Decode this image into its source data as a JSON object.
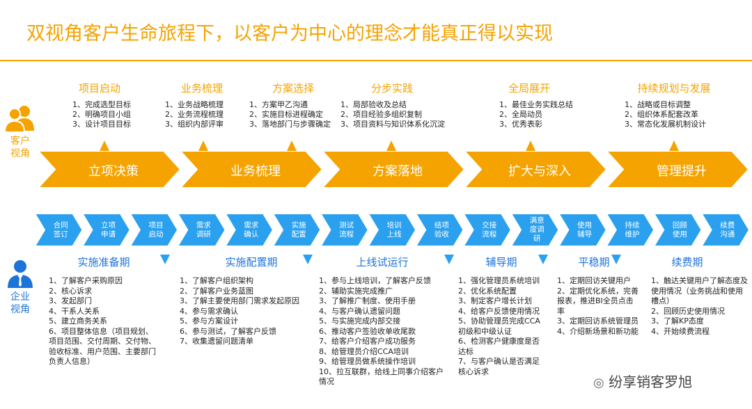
{
  "title": "双视角客户生命旅程下，以客户为中心的理念才能真正得以实现",
  "customer_view_label": [
    "客户",
    "视角"
  ],
  "enterprise_view_label": [
    "企业",
    "视角"
  ],
  "colors": {
    "orange": "#f5a300",
    "blue": "#1e73d8",
    "light_blue": "#2aa0ee"
  },
  "customer_phases": [
    {
      "title": "项目启动",
      "items": [
        "1、完成选型目标",
        "2、明确项目小组",
        "3、设计项目目标"
      ]
    },
    {
      "title": "业务梳理",
      "items": [
        "1、业务战略梳理",
        "2、业务流程梳理",
        "3、组织内部评审"
      ]
    },
    {
      "title": "方案选择",
      "items": [
        "1、方案甲乙沟通",
        "2、实施目标进程确定",
        "3、落地部门与步骤确定"
      ]
    },
    {
      "title": "分步实践",
      "items": [
        "1、局部验收及总结",
        "2、项目经验多组织复制",
        "3、项目资料与知识体系化沉淀"
      ]
    },
    {
      "title": "全局展开",
      "items": [
        "1、最佳业务实践总结",
        "2、全局动员",
        "3、优秀表彰"
      ]
    },
    {
      "title": "持续规划与发展",
      "items": [
        "1、战略或目标调整",
        "2、组织体系配套改革",
        "3、常态化发展机制设计"
      ]
    }
  ],
  "customer_chevrons": [
    "立项决策",
    "业务梳理",
    "方案落地",
    "扩大与深入",
    "管理提升"
  ],
  "enterprise_steps": [
    [
      "合同",
      "签订"
    ],
    [
      "立项",
      "申请"
    ],
    [
      "项目",
      "启动"
    ],
    [
      "需求",
      "调研"
    ],
    [
      "需求",
      "确认"
    ],
    [
      "实施",
      "配置"
    ],
    [
      "测试",
      "流程"
    ],
    [
      "培训",
      "上线"
    ],
    [
      "结项",
      "验收"
    ],
    [
      "交接",
      "流程"
    ],
    [
      "满意",
      "度调",
      "研"
    ],
    [
      "使用",
      "辅导"
    ],
    [
      "持续",
      "维护"
    ],
    [
      "回顾",
      "使用"
    ],
    [
      "续费",
      "沟通"
    ]
  ],
  "enterprise_stages": [
    {
      "title": "实施准备期",
      "items": [
        "1、了解客户采购原因",
        "2、核心诉求",
        "3、发起部门",
        "4、干系人关系",
        "5、建立商务关系",
        "6、项目整体信息（项目规划、项目范围、交付周期、交付物、验收标准、用户范围、主要部门负责人信息）"
      ]
    },
    {
      "title": "实施配置期",
      "items": [
        "1、了解客户组织架构",
        "2、了解客户业务蓝图",
        "3、了解主要使用部门需求发起原因",
        "4、参与需求确认",
        "5、参与方案设计",
        "6、参与测试，了解客户反馈",
        "7、收集遗留问题清单"
      ]
    },
    {
      "title": "上线试运行",
      "items": [
        "1、参与上线培训，了解客户反馈",
        "2、辅助实施完成推广",
        "3、了解推广制度、使用手册",
        "4、与客户确认遗留问题",
        "5、与实施完成内部交接",
        "6、推动客户签验收单收尾款",
        "7、给客户介绍客户成功服务",
        "8、给管理员介绍CCA培训",
        "9、给管理员做系统操作培训",
        "10、拉互联群，给线上同事介绍客户情况"
      ]
    },
    {
      "title": "辅导期",
      "items": [
        "1、强化管理员系统培训",
        "2、优化系统配置",
        "3、制定客户增长计划",
        "4、给客户反馈使用情况",
        "5、协助管理员完成CCA初级和中级认证",
        "6、检测客户健康度是否达标",
        "7、与客户确认是否满足核心诉求"
      ]
    },
    {
      "title": "平稳期",
      "items": [
        "1、定期回访关键用户",
        "2、定期优化系统，完善报表，推进BI全员点击率",
        "3、定期回访系统管理员",
        "4、介绍新场景和新功能"
      ]
    },
    {
      "title": "续费期",
      "items": [
        "1、触达关键用户了解态度及使用情况（业务挑战和使用槽点）",
        "2、回顾历史使用情况",
        "3、了解KP态度",
        "4、开始续费流程"
      ]
    }
  ],
  "watermark": "纷享销客罗旭"
}
